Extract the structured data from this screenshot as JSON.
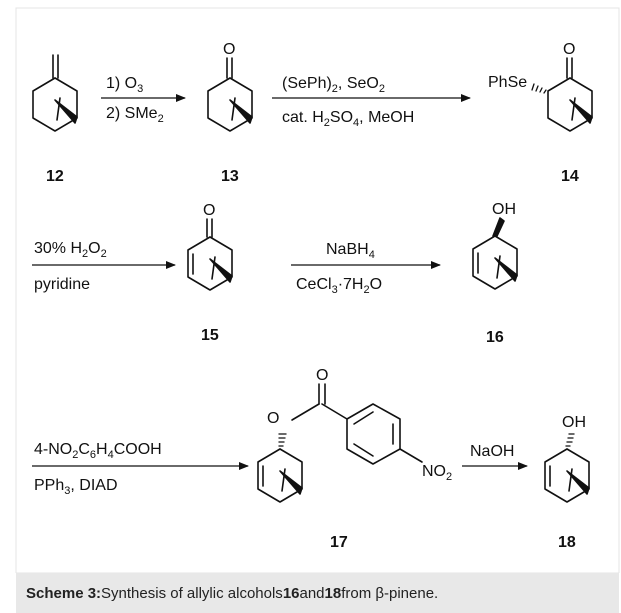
{
  "step1": {
    "reagent_line1": "1) O",
    "reagent_line1_sub": "3",
    "reagent_line2": "2) SMe",
    "reagent_line2_sub": "2"
  },
  "step2": {
    "reagent_top_a": "(SePh)",
    "reagent_top_a_sub": "2",
    "reagent_top_b": ", SeO",
    "reagent_top_b_sub": "2",
    "reagent_bottom_a": "cat. H",
    "reagent_bottom_a_sub": "2",
    "reagent_bottom_b": "SO",
    "reagent_bottom_b_sub": "4",
    "reagent_bottom_c": ", MeOH"
  },
  "step3": {
    "reagent_top_a": "30% H",
    "reagent_top_a_sub": "2",
    "reagent_top_b": "O",
    "reagent_top_b_sub": "2",
    "reagent_bottom": "pyridine"
  },
  "step4": {
    "reagent_top_a": "NaBH",
    "reagent_top_a_sub": "4",
    "reagent_bottom_a": "CeCl",
    "reagent_bottom_a_sub": "3",
    "reagent_bottom_b": "·7H",
    "reagent_bottom_b_sub": "2",
    "reagent_bottom_c": "O"
  },
  "step5": {
    "reagent_top_a": "4-NO",
    "reagent_top_a_sub": "2",
    "reagent_top_b": "C",
    "reagent_top_b_sub": "6",
    "reagent_top_c": "H",
    "reagent_top_c_sub": "4",
    "reagent_top_d": "COOH",
    "reagent_bottom_a": "PPh",
    "reagent_bottom_a_sub": "3",
    "reagent_bottom_b": ", DIAD"
  },
  "step6": {
    "reagent": "NaOH"
  },
  "atoms": {
    "O": "O",
    "OH": "OH",
    "PhSe": "PhSe",
    "NO2_main": "NO",
    "NO2_sub": "2"
  },
  "compounds": {
    "c12": "12",
    "c13": "13",
    "c14": "14",
    "c15": "15",
    "c16": "16",
    "c17": "17",
    "c18": "18"
  },
  "caption": {
    "prefix": "Scheme 3:",
    "text_a": " Synthesis of allylic alcohols ",
    "num_a": "16",
    "text_b": " and ",
    "num_b": "18",
    "text_c": " from β-pinene."
  }
}
